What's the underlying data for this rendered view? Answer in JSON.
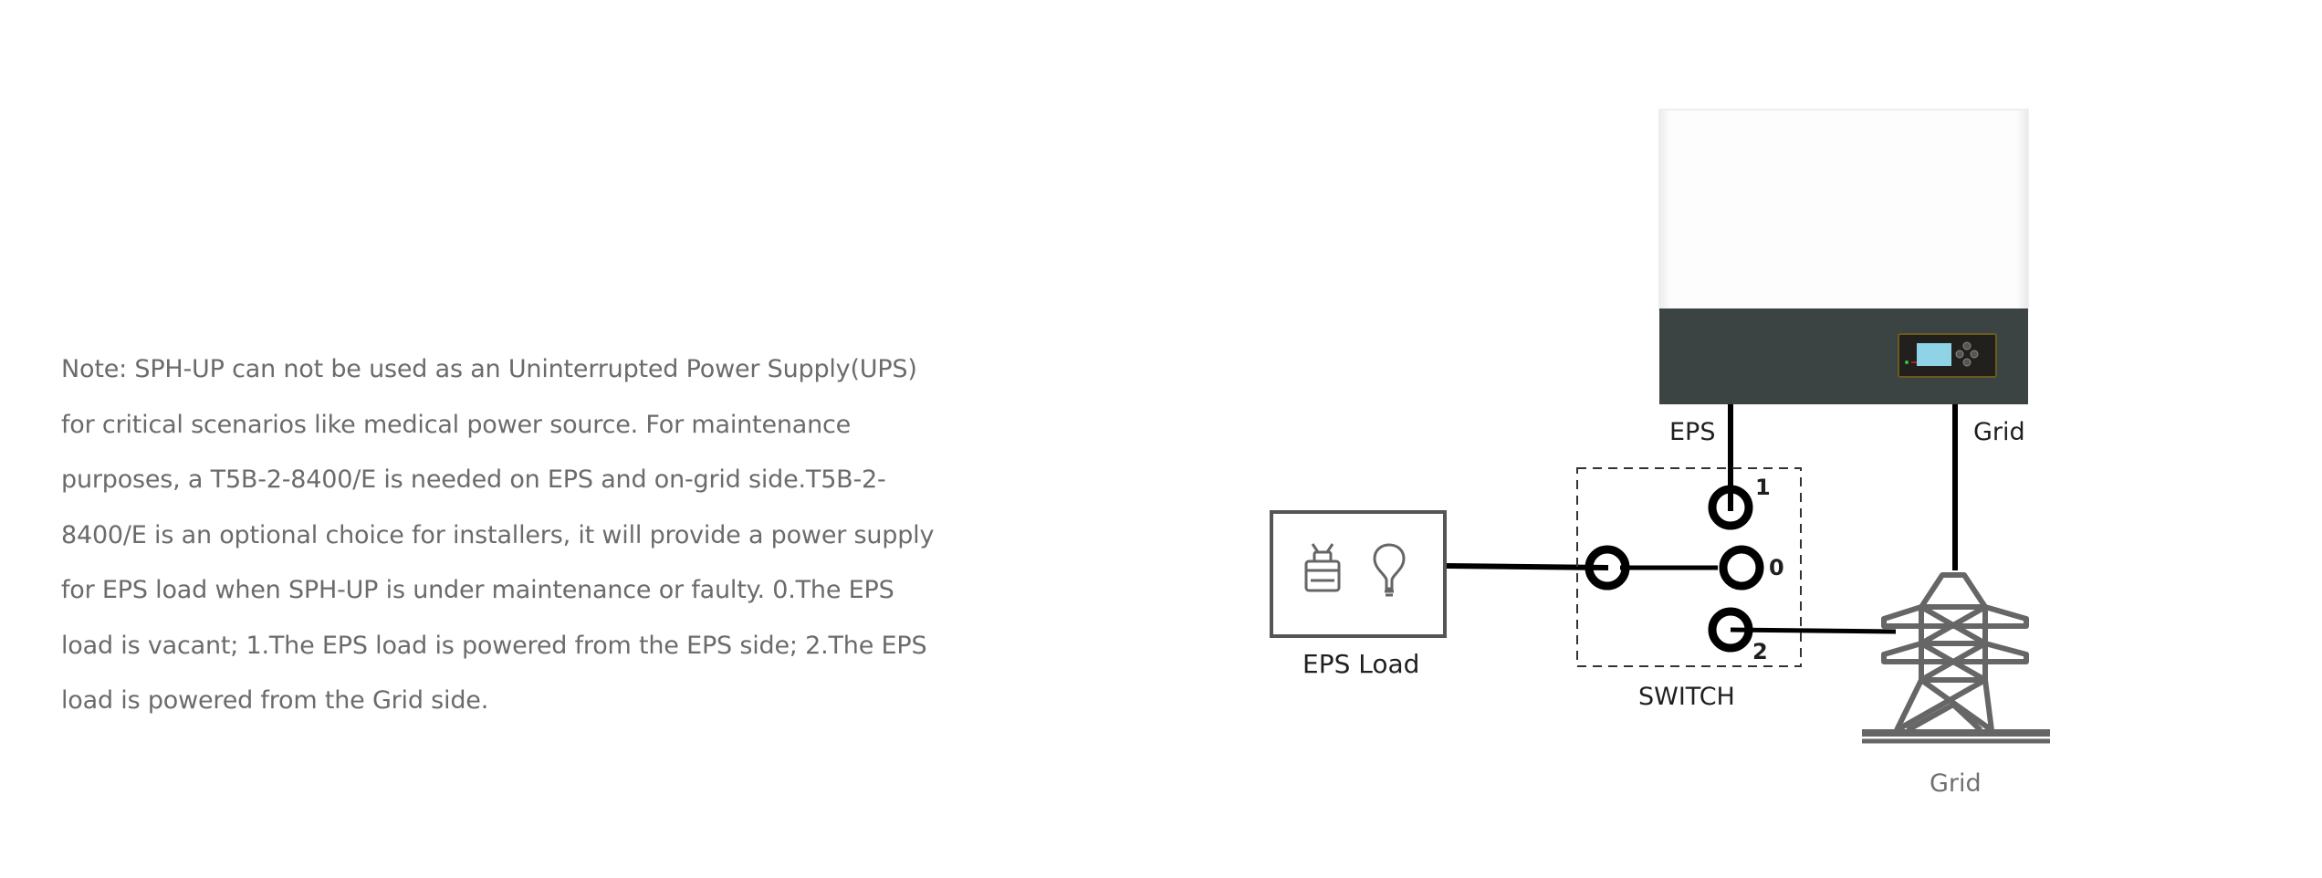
{
  "note": {
    "lines": [
      "Note: SPH-UP can not be used as an Uninterrupted Power Supply(UPS)",
      "for critical scenarios like medical power source. For maintenance",
      "purposes, a T5B-2-8400/E is needed on EPS and on-grid side.T5B-2-",
      "8400/E is an optional choice for installers, it will provide a power supply",
      "for EPS load when SPH-UP is under maintenance or faulty. 0.The EPS",
      "load is vacant; 1.The EPS load is powered from the EPS side; 2.The EPS",
      "load is powered from the Grid side."
    ]
  },
  "diagram": {
    "inverter": {
      "eps_label": "EPS",
      "grid_label": "Grid"
    },
    "switch": {
      "label": "SWITCH",
      "positions": [
        "1",
        "0",
        "2"
      ]
    },
    "eps_load": {
      "label": "EPS Load",
      "icons": [
        "generator-icon",
        "light-bulb-icon"
      ]
    },
    "grid_tower": {
      "label": "Grid",
      "icon": "transmission-tower-icon"
    },
    "colors": {
      "inverter_body": "#fcfcfc",
      "inverter_band": "#3b4442",
      "display_screen": "#8fd3e6",
      "panel_border": "#6b5a1e",
      "wire": "#000000",
      "icon_gray": "#666666",
      "text_gray": "#6b6b6b"
    }
  }
}
